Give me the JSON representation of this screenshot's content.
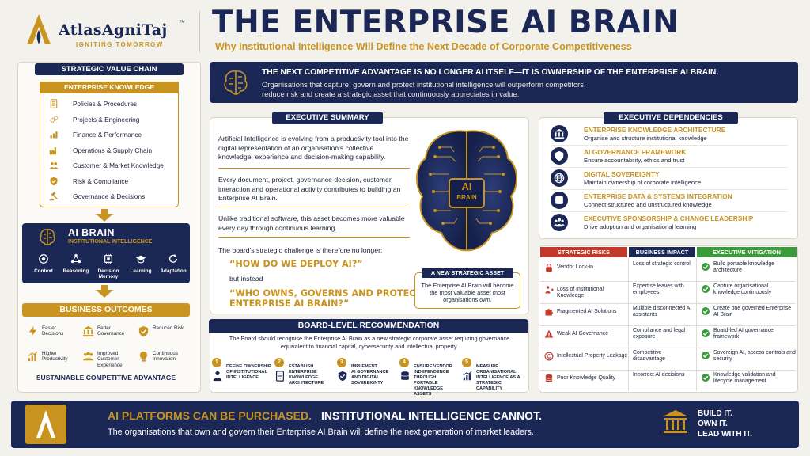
{
  "brand": {
    "name": "AtlasAgniTaj",
    "trademark": "™",
    "tagline": "IGNITING TOMORROW"
  },
  "header": {
    "title": "THE ENTERPRISE AI BRAIN",
    "subtitle": "Why Institutional Intelligence Will Define the Next Decade of Corporate Competitiveness"
  },
  "banner": {
    "headline": "THE NEXT COMPETITIVE ADVANTAGE IS NO LONGER AI ITSELF—IT IS OWNERSHIP OF THE ENTERPRISE AI BRAIN.",
    "body": [
      "Organisations that capture, govern and protect institutional intelligence will outperform competitors,",
      "reduce risk and create a strategic asset that continuously appreciates in value."
    ]
  },
  "value_chain": {
    "title": "STRATEGIC VALUE CHAIN",
    "knowledge_title": "ENTERPRISE KNOWLEDGE",
    "items": [
      {
        "label": "Policies & Procedures",
        "icon": "document-icon"
      },
      {
        "label": "Projects & Engineering",
        "icon": "gears-icon"
      },
      {
        "label": "Finance & Performance",
        "icon": "finance-chart-icon"
      },
      {
        "label": "Operations & Supply Chain",
        "icon": "factory-icon"
      },
      {
        "label": "Customer & Market Knowledge",
        "icon": "people-icon"
      },
      {
        "label": "Risk & Compliance",
        "icon": "shield-check-icon"
      },
      {
        "label": "Governance & Decisions",
        "icon": "gavel-icon"
      }
    ],
    "ai_brain_title": "AI BRAIN",
    "ai_brain_subtitle": "INSTITUTIONAL INTELLIGENCE",
    "brain_features": [
      {
        "label": "Context",
        "icon": "target-icon"
      },
      {
        "label": "Reasoning",
        "icon": "network-icon"
      },
      {
        "label": "Decision Memory",
        "icon": "memory-icon"
      },
      {
        "label": "Learning",
        "icon": "graduation-cap-icon"
      },
      {
        "label": "Adaptation",
        "icon": "refresh-icon"
      }
    ],
    "outcomes_title": "BUSINESS OUTCOMES",
    "outcomes": [
      {
        "label": "Faster Decisions",
        "icon": "lightning-icon"
      },
      {
        "label": "Better Governance",
        "icon": "institution-icon"
      },
      {
        "label": "Reduced Risk",
        "icon": "shield-check-icon"
      },
      {
        "label": "Higher Productivity",
        "icon": "growth-chart-icon"
      },
      {
        "label": "Improved Customer Experience",
        "icon": "customers-icon"
      },
      {
        "label": "Continuous Innovation",
        "icon": "lightbulb-icon"
      }
    ],
    "advantage": "SUSTAINABLE COMPETITIVE ADVANTAGE"
  },
  "summary": {
    "title": "EXECUTIVE SUMMARY",
    "p1": "Artificial Intelligence is evolving from a productivity tool into the digital representation of an organisation's collective knowledge, experience and decision-making capability.",
    "p2": "Every document, project, governance decision, customer interaction and operational activity contributes to building an Enterprise AI Brain.",
    "p3": "Unlike traditional software, this asset becomes more valuable every day through continuous learning.",
    "p4": "The board's strategic challenge is therefore no longer:",
    "q1": "“HOW DO WE DEPLOY AI?”",
    "but": "but instead",
    "q2a": "“WHO OWNS, GOVERNS AND PROTECTS OUR",
    "q2b": "ENTERPRISE AI BRAIN?”",
    "brain_label_1": "AI",
    "brain_label_2": "BRAIN",
    "asset_title": "A NEW STRATEGIC ASSET",
    "asset_text": "The Enterprise AI Brain will become the most valuable asset most organisations own."
  },
  "dependencies": {
    "title": "EXECUTIVE DEPENDENCIES",
    "items": [
      {
        "title": "ENTERPRISE KNOWLEDGE ARCHITECTURE",
        "desc": "Organise and structure institutional knowledge",
        "icon": "institution-icon"
      },
      {
        "title": "AI GOVERNANCE FRAMEWORK",
        "desc": "Ensure accountability, ethics and trust",
        "icon": "shield-check-icon"
      },
      {
        "title": "DIGITAL SOVEREIGNTY",
        "desc": "Maintain ownership of corporate intelligence",
        "icon": "globe-icon"
      },
      {
        "title": "ENTERPRISE DATA & SYSTEMS INTEGRATION",
        "desc": "Connect structured and unstructured knowledge",
        "icon": "database-icon"
      },
      {
        "title": "EXECUTIVE SPONSORSHIP & CHANGE LEADERSHIP",
        "desc": "Drive adoption and organisational learning",
        "icon": "team-icon"
      }
    ]
  },
  "risk_table": {
    "headers": [
      "STRATEGIC RISKS",
      "BUSINESS IMPACT",
      "EXECUTIVE MITIGATION"
    ],
    "rows": [
      {
        "risk": "Vendor Lock-in",
        "impact": "Loss of strategic control",
        "mitigation": "Build portable knowledge architecture",
        "icon": "lock-icon"
      },
      {
        "risk": "Loss of Institutional Knowledge",
        "impact": "Expertise leaves with employees",
        "mitigation": "Capture organisational knowledge continuously",
        "icon": "person-exit-icon"
      },
      {
        "risk": "Fragmented AI Solutions",
        "impact": "Multiple disconnected AI assistants",
        "mitigation": "Create one governed Enterprise AI Brain",
        "icon": "puzzle-icon"
      },
      {
        "risk": "Weak AI Governance",
        "impact": "Compliance and legal exposure",
        "mitigation": "Board-led AI governance framework",
        "icon": "warning-icon"
      },
      {
        "risk": "Intellectual Property Leakage",
        "impact": "Competitive disadvantage",
        "mitigation": "Sovereign AI, access controls and security",
        "icon": "copyright-icon"
      },
      {
        "risk": "Poor Knowledge Quality",
        "impact": "Incorrect AI decisions",
        "mitigation": "Knowledge validation and lifecycle management",
        "icon": "database-icon"
      }
    ]
  },
  "board": {
    "title": "BOARD-LEVEL RECOMMENDATION",
    "text1": "The Board should recognise the Enterprise AI Brain as a new strategic corporate asset requiring governance",
    "text2": "equivalent to financial capital, cybersecurity and intellectual property.",
    "steps": [
      {
        "num": "1",
        "lines": [
          "DEFINE OWNERSHIP",
          "OF INSTITUTIONAL",
          "INTELLIGENCE"
        ],
        "icon": "person-icon"
      },
      {
        "num": "2",
        "lines": [
          "ESTABLISH",
          "ENTERPRISE",
          "KNOWLEDGE",
          "ARCHITECTURE"
        ],
        "icon": "document-icon"
      },
      {
        "num": "3",
        "lines": [
          "IMPLEMENT",
          "AI GOVERNANCE",
          "AND DIGITAL",
          "SOVEREIGNTY"
        ],
        "icon": "shield-check-icon"
      },
      {
        "num": "4",
        "lines": [
          "ENSURE VENDOR",
          "INDEPENDENCE",
          "THROUGH PORTABLE",
          "KNOWLEDGE ASSETS"
        ],
        "icon": "database-icon"
      },
      {
        "num": "5",
        "lines": [
          "MEASURE ORGANISATIONAL",
          "INTELLIGENCE AS A",
          "STRATEGIC CAPABILITY"
        ],
        "icon": "growth-chart-icon"
      }
    ]
  },
  "footer": {
    "line1_gold": "AI PLATFORMS CAN BE PURCHASED.",
    "line1_white": "INSTITUTIONAL INTELLIGENCE CANNOT.",
    "line2": "The organisations that own and govern their Enterprise AI Brain will define the next generation of market leaders.",
    "cta": [
      "BUILD IT.",
      "OWN IT.",
      "LEAD WITH IT."
    ]
  },
  "colors": {
    "navy": "#1b2754",
    "gold": "#c8941f",
    "red": "#c0392b",
    "green": "#3b9a3b"
  }
}
